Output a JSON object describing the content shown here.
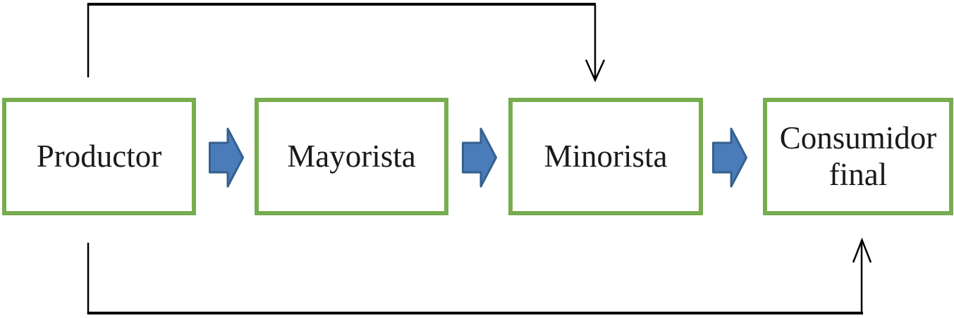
{
  "diagram": {
    "type": "flowchart",
    "description": "Distribution channel flow from producer to final consumer",
    "nodes": [
      {
        "id": "productor",
        "label": "Productor"
      },
      {
        "id": "mayorista",
        "label": "Mayorista"
      },
      {
        "id": "minorista",
        "label": "Minorista"
      },
      {
        "id": "consumidor-final",
        "label": "Consumidor final"
      }
    ],
    "flow_arrows": [
      {
        "from": "productor",
        "to": "mayorista",
        "style": "blue-block-arrow"
      },
      {
        "from": "mayorista",
        "to": "minorista",
        "style": "blue-block-arrow"
      },
      {
        "from": "minorista",
        "to": "consumidor-final",
        "style": "blue-block-arrow"
      }
    ],
    "bypass_arrows": [
      {
        "from": "productor",
        "to": "minorista",
        "route": "top",
        "style": "thin-black-line-open-arrowhead"
      },
      {
        "from": "productor",
        "to": "consumidor-final",
        "route": "bottom",
        "style": "thin-black-line-open-arrowhead"
      }
    ],
    "colors": {
      "node_border": "#77AC4F",
      "node_fill": "#FFFFFF",
      "arrow_fill": "#4A7CBA",
      "arrow_stroke": "#35618F",
      "connector": "#000000",
      "text": "#1A1A1A"
    }
  }
}
